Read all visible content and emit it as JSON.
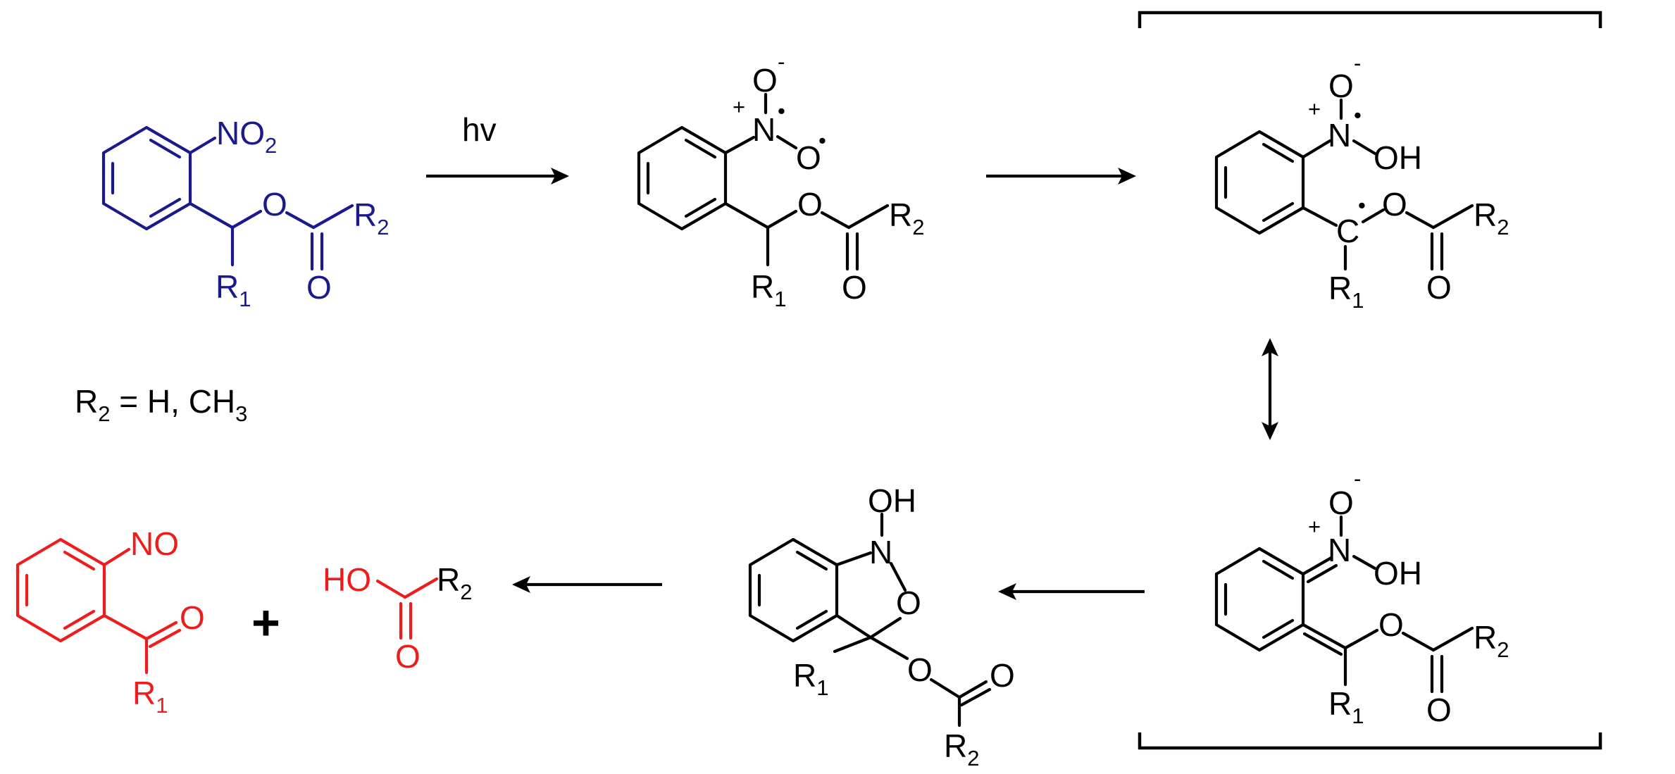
{
  "colors": {
    "starting_material": "#1a1a8c",
    "intermediates": "#000000",
    "products": "#ee1c1c"
  },
  "reagent": "hv",
  "substituent_note": {
    "r2": "R",
    "r2_sub": "2",
    "eq": " = H, CH",
    "ch3_sub": "3"
  },
  "atoms": {
    "nitro": "NO",
    "nitro_sub": "2",
    "nitroso": "NO",
    "oxygen": "O",
    "nitrogen": "N",
    "carbon": "C",
    "hydroxyl": "OH",
    "hydroxyl_acid": "HO",
    "r": "R",
    "r1_sub": "1",
    "r2_sub": "2",
    "plus_charge": "+",
    "minus_charge": "-",
    "radical": "•"
  },
  "plus_sign": "+"
}
